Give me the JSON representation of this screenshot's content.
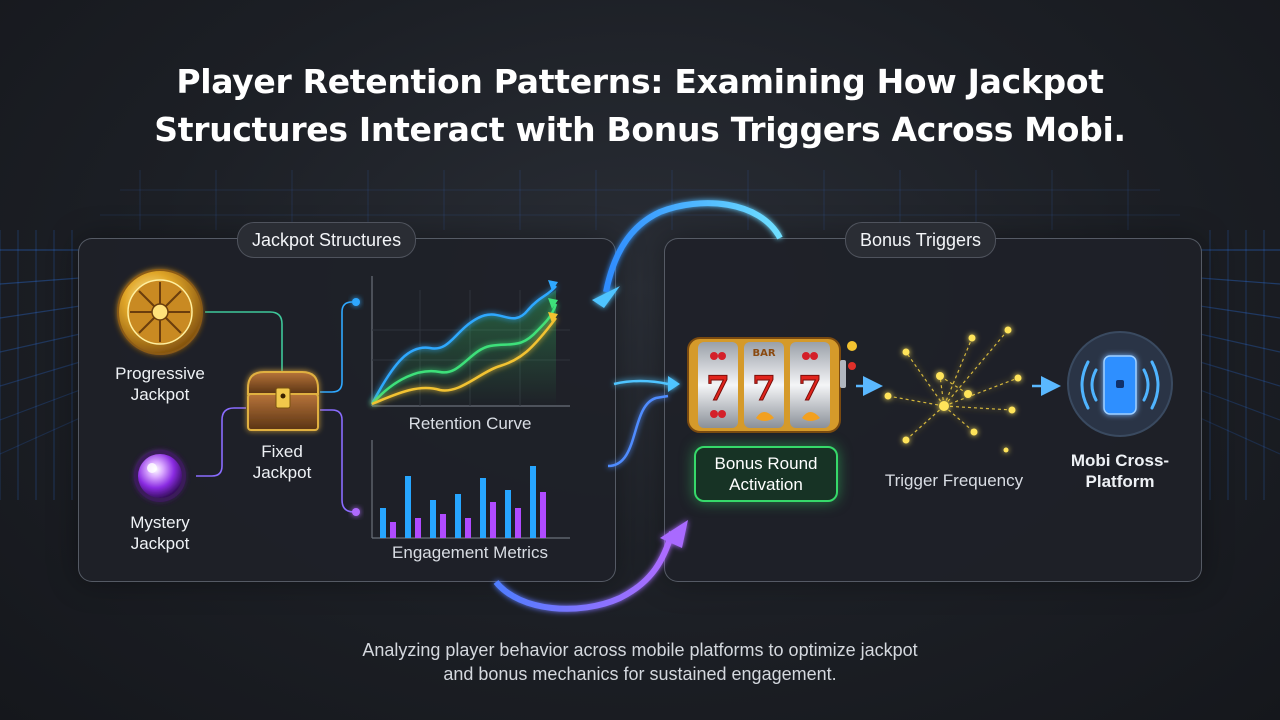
{
  "title_line1": "Player Retention Patterns: Examining How Jackpot",
  "title_line2": "Structures Interact with Bonus Triggers Across Mobi.",
  "left_panel": {
    "label": "Jackpot Structures",
    "progressive": "Progressive Jackpot",
    "mystery": "Mystery Jackpot",
    "fixed": "Fixed Jackpot",
    "retention_label": "Retention Curve",
    "engagement_label": "Engagement Metrics"
  },
  "right_panel": {
    "label": "Bonus Triggers",
    "bonus_round": "Bonus Round Activation",
    "trigger_frequency": "Trigger Frequency",
    "mobi": "Mobi Cross-Platform",
    "reel_text": "BAR",
    "reel_digits": [
      "7",
      "7",
      "7"
    ]
  },
  "subtitle_line1": "Analyzing player behavior across mobile platforms to optimize jackpot",
  "subtitle_line2": "and bonus mechanics for sustained engagement.",
  "colors": {
    "accent_blue": "#3ab8ff",
    "accent_purple": "#9b5cff",
    "accent_green": "#36d96a",
    "accent_yellow": "#f2c230"
  },
  "icons": [
    "wheel-icon",
    "treasure-chest-icon",
    "mystery-orb-icon",
    "slot-machine-icon",
    "phone-signal-icon"
  ]
}
